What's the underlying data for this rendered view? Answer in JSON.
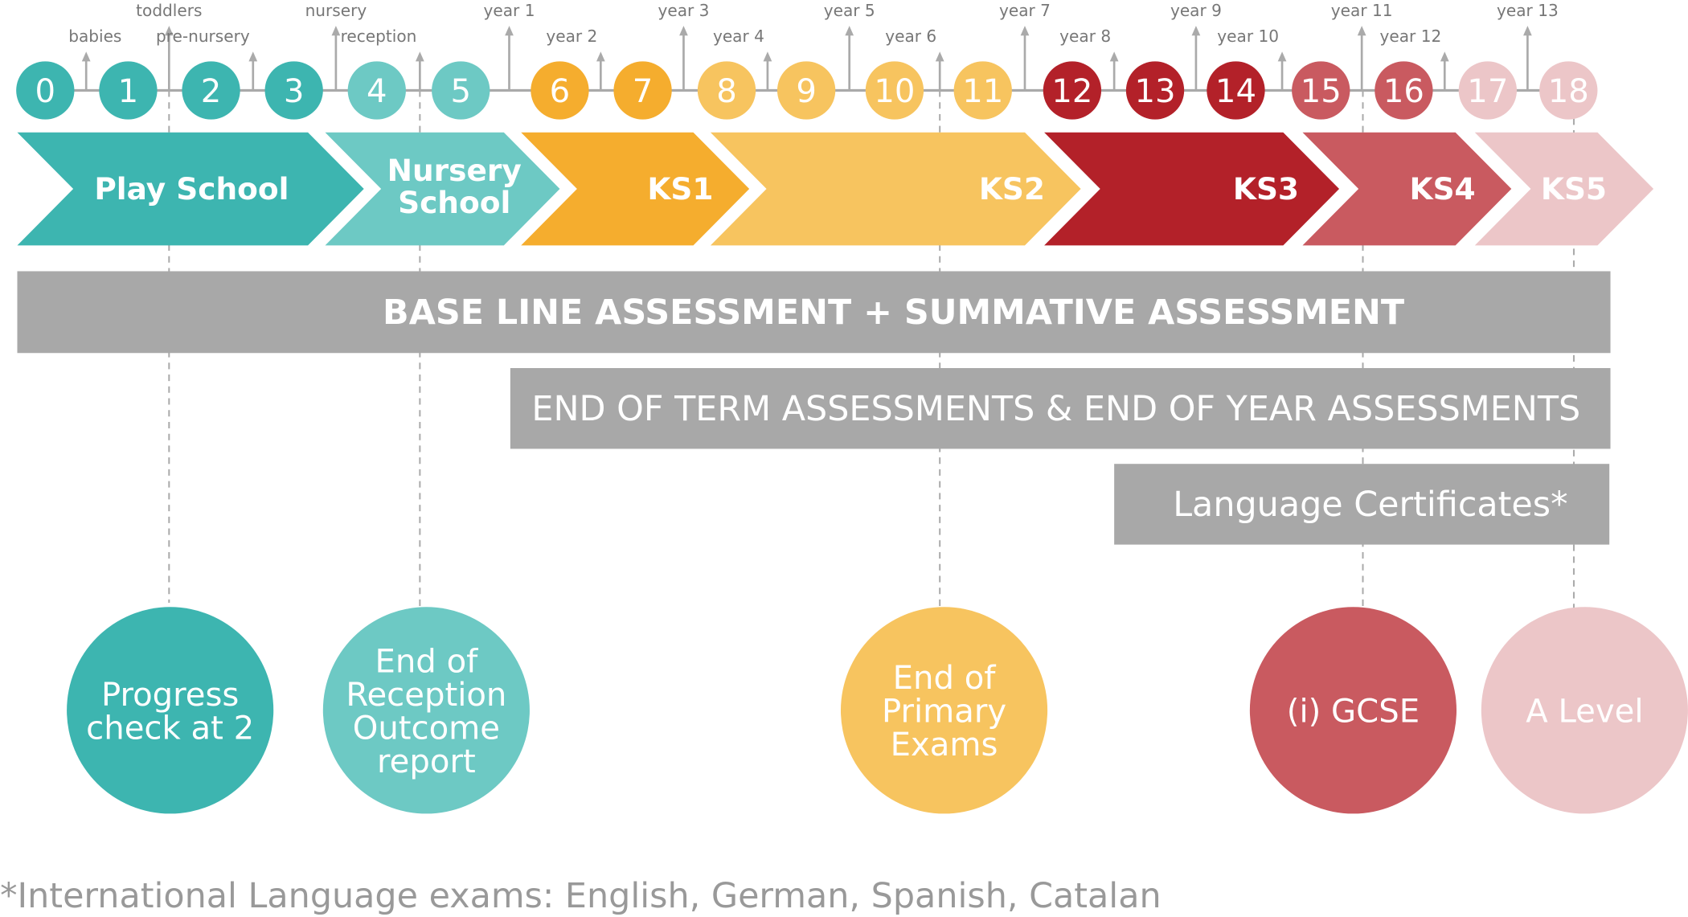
{
  "ages": [
    "0",
    "1",
    "2",
    "3",
    "4",
    "5",
    "6",
    "7",
    "8",
    "9",
    "10",
    "11",
    "12",
    "13",
    "14",
    "15",
    "16",
    "17",
    "18"
  ],
  "year_labels": [
    "babies",
    "toddlers",
    "pre-nursery",
    "nursery",
    "reception",
    "year 1",
    "year 2",
    "year 3",
    "year 4",
    "year 5",
    "year 6",
    "year 7",
    "year 8",
    "year 9",
    "year 10",
    "year 11",
    "year 12",
    "year 13"
  ],
  "stages": [
    {
      "lines": [
        "Play School"
      ]
    },
    {
      "lines": [
        "Nursery",
        "School"
      ]
    },
    {
      "lines": [
        "KS1"
      ]
    },
    {
      "lines": [
        "KS2"
      ]
    },
    {
      "lines": [
        "KS3"
      ]
    },
    {
      "lines": [
        "KS4"
      ]
    },
    {
      "lines": [
        "KS5"
      ]
    }
  ],
  "bars": [
    "BASE LINE ASSESSMENT + SUMMATIVE ASSESSMENT",
    "END OF TERM ASSESSMENTS & END OF YEAR ASSESSMENTS",
    "Language Certificates*"
  ],
  "milestones": [
    {
      "lines": [
        "Progress",
        "check at 2"
      ]
    },
    {
      "lines": [
        "End of",
        "Reception",
        "Outcome",
        "report"
      ]
    },
    {
      "lines": [
        "End of",
        "Primary",
        "Exams"
      ]
    },
    {
      "lines": [
        "(i) GCSE"
      ]
    },
    {
      "lines": [
        "A Level"
      ]
    }
  ],
  "footnote": "*International Language exams: English, German, Spanish, Catalan",
  "colors": {
    "teal": "#3db5b0",
    "light_teal": "#6dc9c4",
    "orange": "#f5ad2e",
    "light_orange": "#f7c45f",
    "dark_red": "#b32129",
    "red": "#c95a60",
    "pink": "#ecc6c8",
    "grey": "#a8a8a8"
  }
}
